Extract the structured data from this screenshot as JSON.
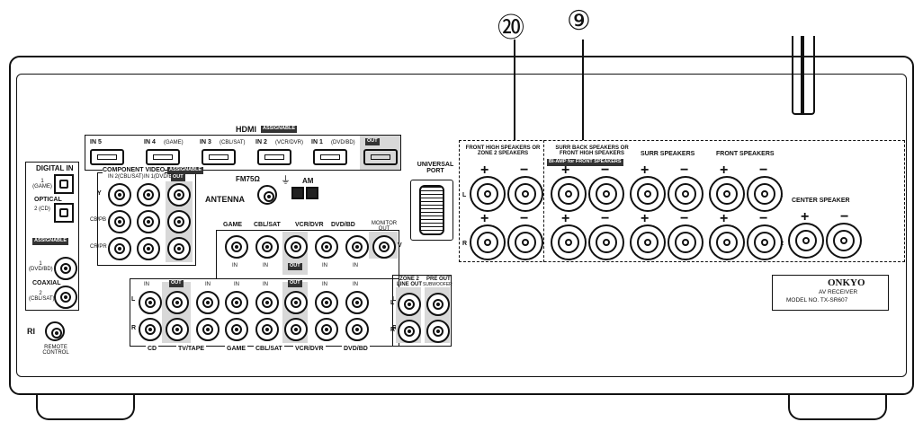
{
  "callouts": {
    "a": "⑳",
    "b": "⑨"
  },
  "hdmi": {
    "title": "HDMI",
    "assignable": "ASSIGNABLE",
    "inputs": [
      {
        "label": "IN 5",
        "sub": ""
      },
      {
        "label": "IN 4",
        "sub": "(GAME)"
      },
      {
        "label": "IN 3",
        "sub": "(CBL/SAT)"
      },
      {
        "label": "IN 2",
        "sub": "(VCR/DVR)"
      },
      {
        "label": "IN 1",
        "sub": "(DVD/BD)"
      }
    ],
    "out": "OUT"
  },
  "digital_in": {
    "title": "DIGITAL IN",
    "optical": "OPTICAL",
    "opt1": "1 (GAME)",
    "opt2": "2 (CD)",
    "assignable": "ASSIGNABLE",
    "coaxial": "COAXIAL",
    "coax1": "1 (DVD/BD)",
    "coax2": "2 (CBL/SAT)"
  },
  "component": {
    "title": "COMPONENT VIDEO",
    "assignable": "ASSIGNABLE",
    "in2": "IN 2(CBL/SAT)",
    "in1": "IN 1(DVD/BD)",
    "out": "OUT",
    "y": "Y",
    "cb": "CB/PB",
    "cr": "CR/PR"
  },
  "antenna": {
    "title": "ANTENNA",
    "fm": "FM75Ω",
    "am": "AM"
  },
  "video": {
    "game": "GAME",
    "cbl": "CBL/SAT",
    "vcr": "VCR/DVR",
    "dvd": "DVD/BD",
    "monitor": "MONITOR OUT",
    "v": "V",
    "in": "IN",
    "out": "OUT"
  },
  "audio": {
    "in": "IN",
    "out": "OUT",
    "l": "L",
    "r": "R",
    "cd": "CD",
    "tvtape": "TV/TAPE",
    "game": "GAME",
    "cbl": "CBL/SAT",
    "vcr": "VCR/DVR",
    "dvd": "DVD/BD"
  },
  "zone2": {
    "label": "ZONE 2 LINE OUT"
  },
  "preout": {
    "label": "PRE OUT",
    "sub": "SUBWOOFER"
  },
  "universal": {
    "label": "UNIVERSAL PORT"
  },
  "speakers": {
    "front_high": "FRONT HIGH SPEAKERS OR ZONE 2 SPEAKERS",
    "surr_back": "SURR BACK SPEAKERS OR FRONT HIGH SPEAKERS",
    "biamp": "BI-AMP for FRONT SPEAKERS",
    "surr": "SURR SPEAKERS",
    "front": "FRONT SPEAKERS",
    "center": "CENTER SPEAKER",
    "plus": "+",
    "minus": "−",
    "l": "L",
    "r": "R"
  },
  "remote": {
    "label": "REMOTE CONTROL",
    "ri": "RI"
  },
  "brand": {
    "name": "ONKYO",
    "type": "AV RECEIVER",
    "model": "MODEL NO. TX-SR607"
  }
}
